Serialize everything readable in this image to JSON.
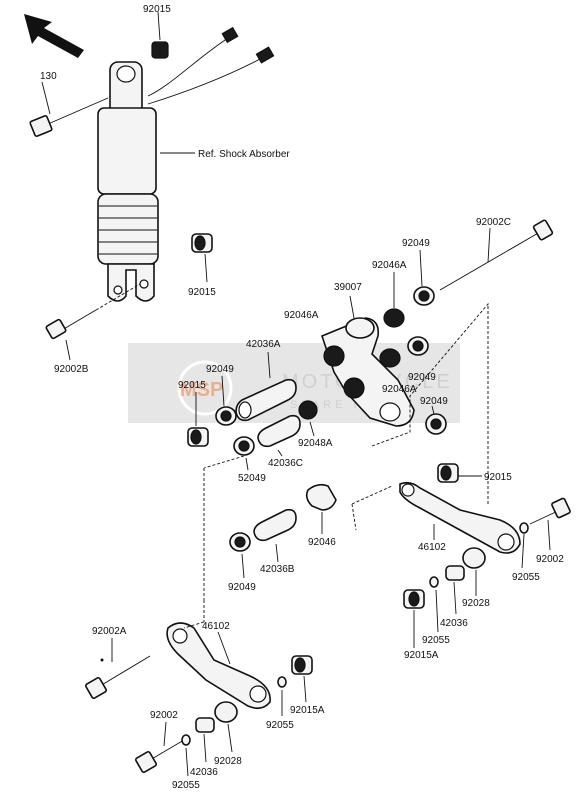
{
  "labels": {
    "l_92015_top": "92015",
    "l_130": "130",
    "l_ref": "Ref. Shock Absorber",
    "l_92015_mid": "92015",
    "l_92002b": "92002B",
    "l_92002c": "92002C",
    "l_92049_a": "92049",
    "l_92046a_a": "92046A",
    "l_39007": "39007",
    "l_92046a_b": "92046A",
    "l_42036a": "42036A",
    "l_92049_b": "92049",
    "l_92015_c": "92015",
    "l_92046a_c": "92046A",
    "l_92049_c": "92049",
    "l_92049_d": "92049",
    "l_92048a": "92048A",
    "l_42036c": "42036C",
    "l_52049": "52049",
    "l_92046": "92046",
    "l_42036b": "42036B",
    "l_92049_e": "92049",
    "l_92015_d": "92015",
    "l_46102_r": "46102",
    "l_92002_r": "92002",
    "l_92055_r": "92055",
    "l_92028_r": "92028",
    "l_42036_r": "42036",
    "l_92055_r2": "92055",
    "l_92015a_r": "92015A",
    "l_92002a": "92002A",
    "l_46102_l": "46102",
    "l_92015a_l": "92015A",
    "l_92002_l": "92002",
    "l_92055_l": "92055",
    "l_92028_l": "92028",
    "l_42036_l": "42036",
    "l_92055_l2": "92055"
  },
  "watermark": {
    "logo": "MSP",
    "title": "MOTORCYCLE",
    "subtitle": "SPARE PARTS"
  },
  "colors": {
    "watermark_band": "#dcdcdc",
    "watermark_logo": "#e8a080"
  }
}
